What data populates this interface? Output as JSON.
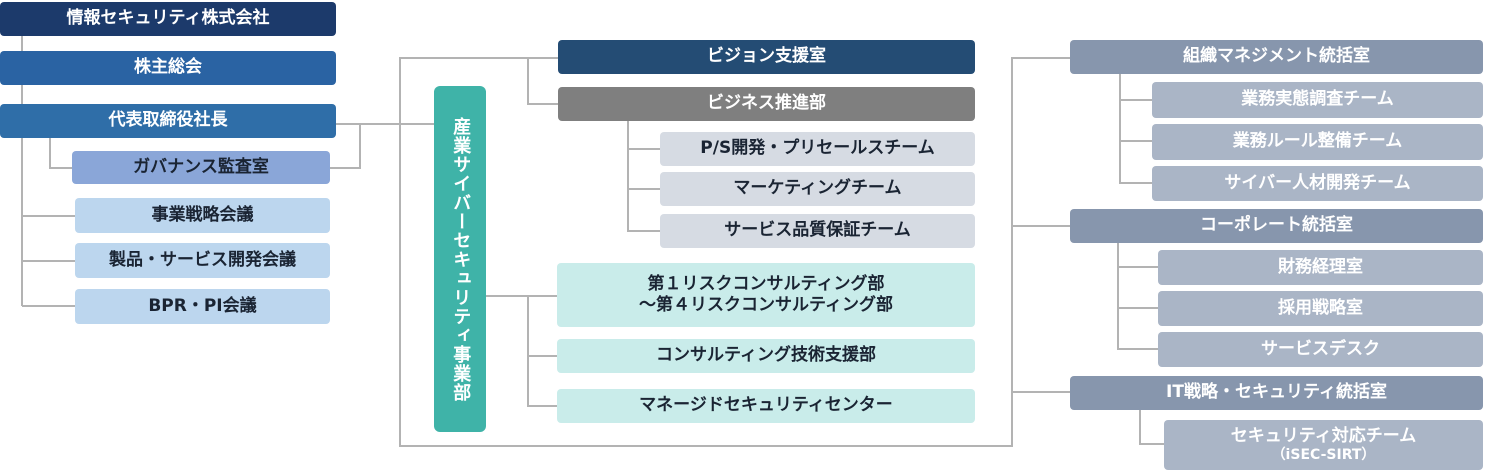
{
  "company": "情報セキュリティ株式会社",
  "shareholders": "株主総会",
  "ceo": "代表取締役社長",
  "governance": "ガバナンス監査室",
  "councils": [
    "事業戦略会議",
    "製品・サービス開発会議",
    "BPR・PI会議"
  ],
  "division": "産業サイバーセキュリティ事業部",
  "middle": {
    "vision": "ビジョン支援室",
    "business": "ビジネス推進部",
    "business_teams": [
      "P/S開発・プリセールスチーム",
      "マーケティングチーム",
      "サービス品質保証チーム"
    ],
    "risk_line1": "第１リスクコンサルティング部",
    "risk_line2": "～第４リスクコンサルティング部",
    "consulting_tech": "コンサルティング技術支援部",
    "managed": "マネージドセキュリティセンター"
  },
  "right": {
    "org": "組織マネジメント統括室",
    "org_teams": [
      "業務実態調査チーム",
      "業務ルール整備チーム",
      "サイバー人材開発チーム"
    ],
    "corp": "コーポレート統括室",
    "corp_teams": [
      "財務経理室",
      "採用戦略室",
      "サービスデスク"
    ],
    "it": "IT戦略・セキュリティ統括室",
    "sirt": "セキュリティ対応チーム",
    "sirt_sub": "（iSEC-SIRT）"
  },
  "colors": {
    "line": "#b3b3b3",
    "navy": "#1c3a6b",
    "blue": "#2a63a3",
    "teal": "#3fb3a8",
    "light_teal": "#c9ecea",
    "slate": "#8796ad"
  }
}
